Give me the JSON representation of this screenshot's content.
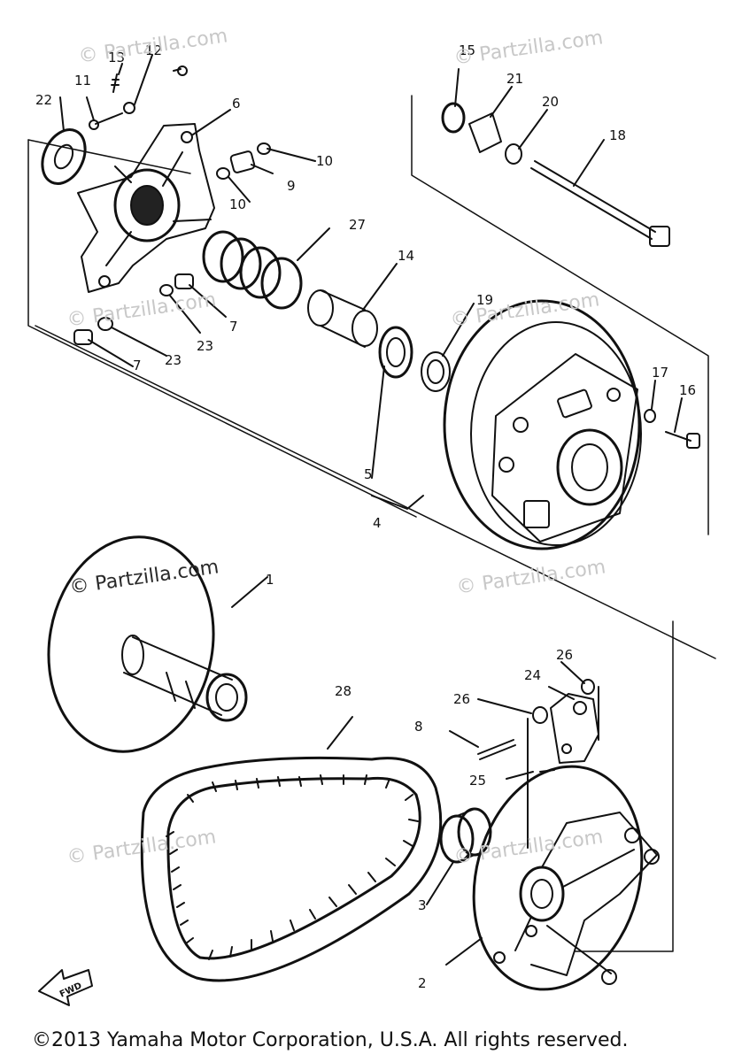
{
  "callouts": [
    "1",
    "2",
    "3",
    "4",
    "5",
    "6",
    "7",
    "7",
    "8",
    "9",
    "10",
    "10",
    "11",
    "12",
    "13",
    "14",
    "15",
    "16",
    "17",
    "18",
    "19",
    "20",
    "21",
    "22",
    "23",
    "23",
    "24",
    "25",
    "26",
    "26",
    "27",
    "28"
  ],
  "watermarks": [
    "© Partzilla.com",
    "© Partzilla.com",
    "© Partzilla.com",
    "© Partzilla.com",
    "© Partzilla.com",
    "© Partzilla.com",
    "© Partzilla.com"
  ],
  "watermark_main": "© Partzilla.com",
  "fwd_label": "FWD",
  "copyright": "©2013 Yamaha Motor Corporation, U.S.A. All rights reserved.",
  "corner_text": "",
  "colors": {
    "ink": "#111111",
    "watermark": "#c8c8c8",
    "background": "#ffffff"
  }
}
